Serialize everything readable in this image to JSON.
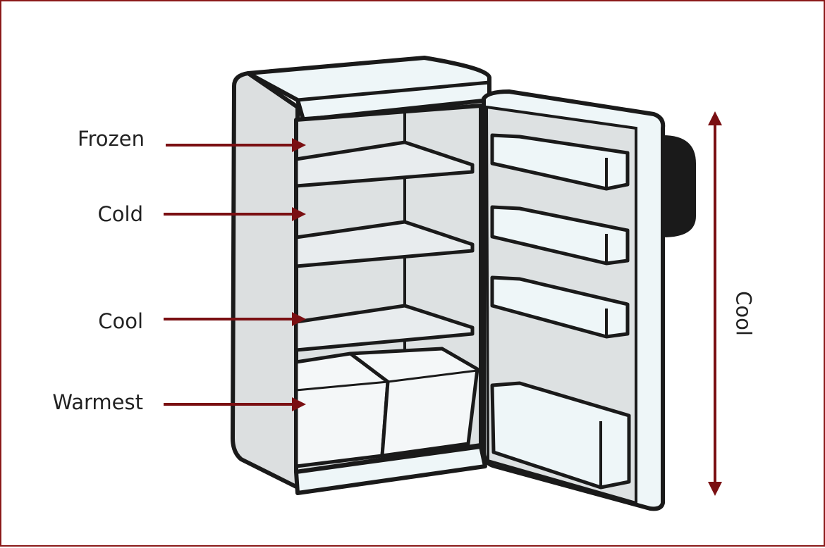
{
  "labels": {
    "frozen": "Frozen",
    "cold": "Cold",
    "cool": "Cool",
    "warmest": "Warmest"
  },
  "side_label": "Cool",
  "colors": {
    "border": "#8b1a1a",
    "arrow": "#7a0f12",
    "outline": "#1a1a1a",
    "interior": "#dde1e2",
    "body_light": "#eef6f8",
    "handle": "#1a1a1a",
    "text": "#222222"
  },
  "icons": [
    "refrigerator-illustration",
    "arrow-right-icon",
    "double-arrow-vertical-icon"
  ]
}
